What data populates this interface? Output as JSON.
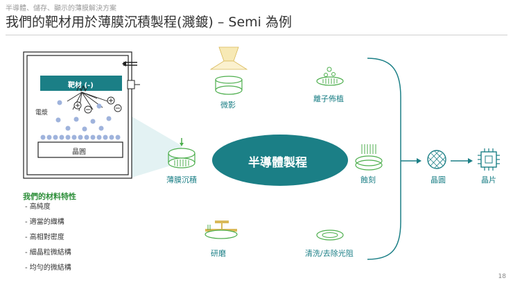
{
  "header": {
    "kicker": "半導體、儲存、顯示的薄膜解決方案",
    "title": "我們的靶材用於薄膜沉積製程(濺鍍) – Semi 為例"
  },
  "sputter": {
    "target_label": "靶材 (-)",
    "plasma_label": "電漿",
    "wafer_label": "晶圓"
  },
  "properties": {
    "title": "我們的材料特性",
    "items": [
      "- 高純度",
      "- 適當的織構",
      "- 高相對密度",
      "- 細晶粒微結構",
      "- 均勻的微結構"
    ]
  },
  "process": {
    "center": "半導體製程",
    "steps": {
      "lithography": "微影",
      "ion_implant": "離子佈植",
      "thin_film": "薄膜沉積",
      "etch": "蝕刻",
      "cmp": "研磨",
      "clean": "清洗/去除光阻"
    },
    "wafer_out": "晶圓",
    "chip_out": "晶片"
  },
  "page_number": "18",
  "colors": {
    "teal": "#1b7f86",
    "green": "#4cae4c",
    "particle": "#9fb3dc"
  }
}
